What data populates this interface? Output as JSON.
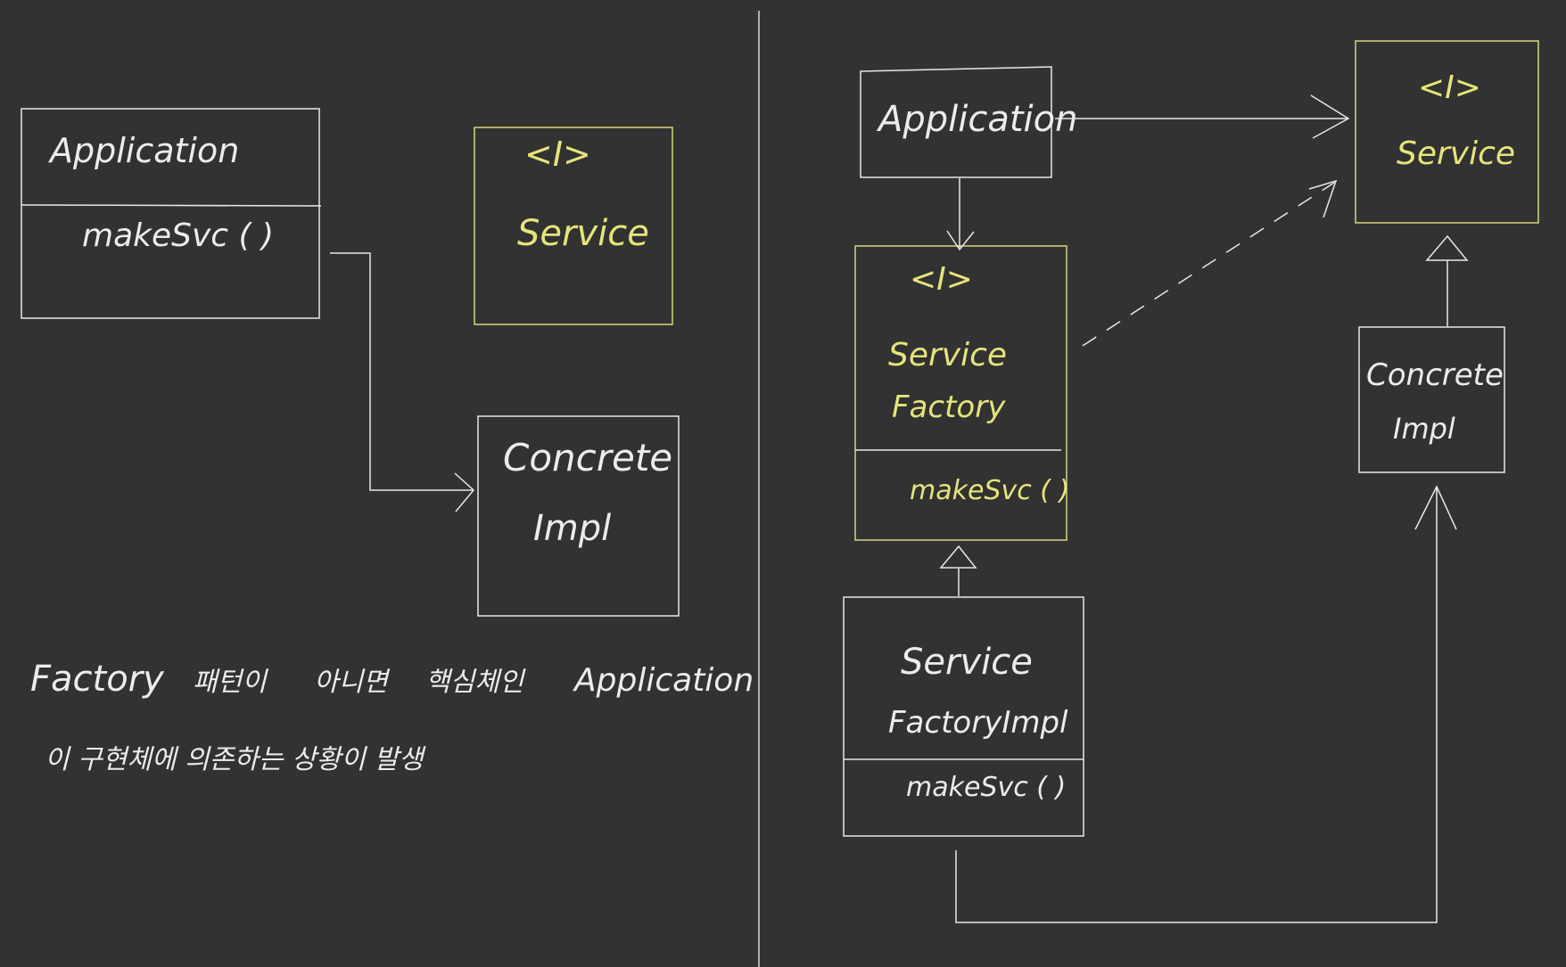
{
  "colors": {
    "background": "#323232",
    "white": "#ececec",
    "yellow": "#e6e47a"
  },
  "left": {
    "application_box": {
      "title": "Application",
      "method": "makeSvc ( )"
    },
    "service_box": {
      "stereotype": "<I>",
      "name": "Service"
    },
    "concrete_box": {
      "line1": "Concrete",
      "line2": "Impl"
    },
    "note": {
      "line1_word1": "Factory",
      "line1_word2": "패턴이",
      "line1_word3": "아니면",
      "line1_word4": "핵심체인",
      "line1_word5": "Application",
      "line2": "이  구현체에 의존하는 상황이  발생"
    }
  },
  "right": {
    "application_box": {
      "title": "Application"
    },
    "service_box": {
      "stereotype": "<I>",
      "name": "Service"
    },
    "service_factory_box": {
      "stereotype": "<I>",
      "line1": "Service",
      "line2": "Factory",
      "method": "makeSvc ( )"
    },
    "service_factory_impl_box": {
      "line1": "Service",
      "line2": "FactoryImpl",
      "method": "makeSvc ( )"
    },
    "concrete_box": {
      "line1": "Concrete",
      "line2": "Impl"
    }
  }
}
